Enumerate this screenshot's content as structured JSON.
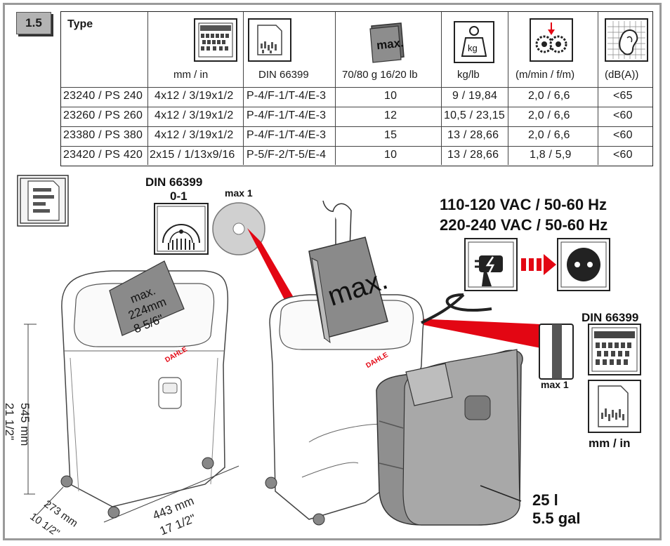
{
  "section_number": "1.5",
  "table": {
    "type_header": "Type",
    "unit_headers": [
      "mm / in",
      "DIN 66399",
      "70/80 g  16/20 lb",
      "kg/lb",
      "(m/min / f/m)",
      "(dB(A))"
    ],
    "max_label": "max.",
    "kg_label": "kg",
    "rows": [
      [
        "23240 / PS 240",
        "4x12 / 3/19x1/2",
        "P-4/F-1/T-4/E-3",
        "10",
        "9 / 19,84",
        "2,0 / 6,6",
        "<65"
      ],
      [
        "23260 / PS 260",
        "4x12 / 3/19x1/2",
        "P-4/F-1/T-4/E-3",
        "12",
        "10,5 / 23,15",
        "2,0 / 6,6",
        "<60"
      ],
      [
        "23380 / PS 380",
        "4x12 / 3/19x1/2",
        "P-4/F-1/T-4/E-3",
        "15",
        "13 / 28,66",
        "2,0 / 6,6",
        "<60"
      ],
      [
        "23420 / PS 420",
        "2x15 / 1/13x9/16",
        "P-5/F-2/T-5/E-4",
        "10",
        "13 / 28,66",
        "1,8 / 5,9",
        "<60"
      ]
    ]
  },
  "illustration": {
    "din_top_line1": "DIN 66399",
    "din_top_line2": "0-1",
    "max1_top": "max 1",
    "paper_text": [
      "max.",
      "224mm",
      "8 5/6\""
    ],
    "height_dim_mm": "545 mm",
    "height_dim_in": "21 1/2\"",
    "depth_dim_mm": "273 mm",
    "depth_dim_in": "10 1/2\"",
    "width_dim_mm": "443 mm",
    "width_dim_in": "17 1/2\"",
    "brand": "DAHLE",
    "stack_text": "max.",
    "voltage_line1": "110-120 VAC / 50-60 Hz",
    "voltage_line2": "220-240 VAC / 50-60 Hz",
    "din_right": "DIN 66399",
    "max1_right": "max 1",
    "units_right": "mm / in",
    "capacity_l": "25 l",
    "capacity_gal": "5.5 gal"
  },
  "colors": {
    "accent_red": "#e30613",
    "frame_gray": "#9a9a9a"
  }
}
